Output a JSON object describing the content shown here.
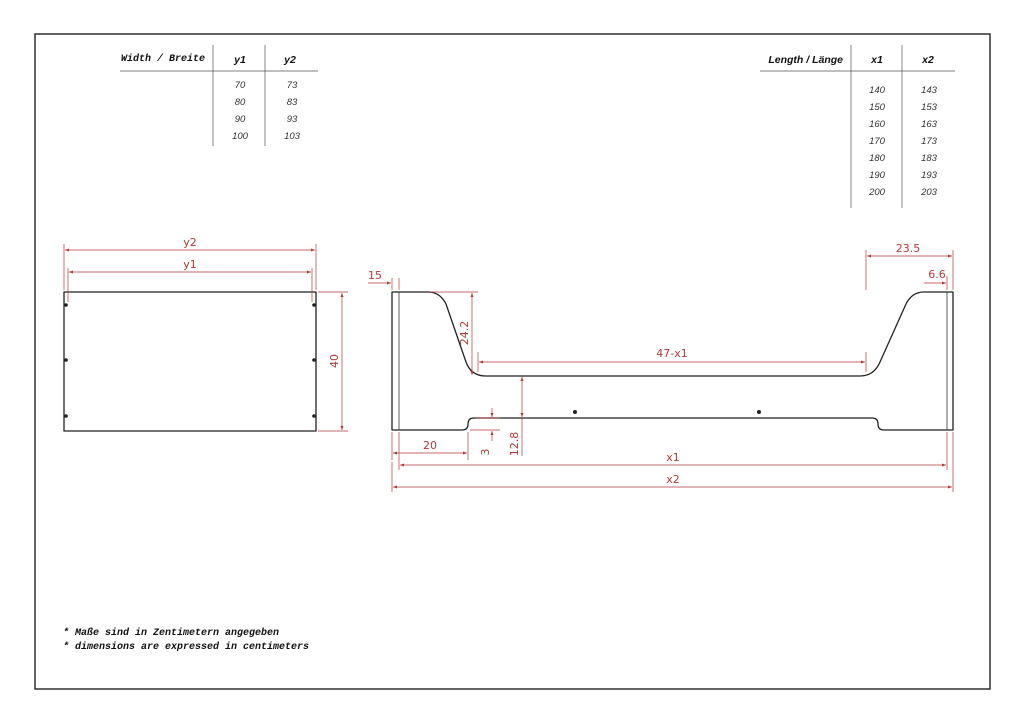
{
  "width_table": {
    "header": "Width / Breite",
    "col1": "y1",
    "col2": "y2",
    "rows": [
      {
        "y1": "70",
        "y2": "73"
      },
      {
        "y1": "80",
        "y2": "83"
      },
      {
        "y1": "90",
        "y2": "93"
      },
      {
        "y1": "100",
        "y2": "103"
      }
    ]
  },
  "length_table": {
    "header": "Length / Länge",
    "col1": "x1",
    "col2": "x2",
    "rows": [
      {
        "x1": "140",
        "x2": "143"
      },
      {
        "x1": "150",
        "x2": "153"
      },
      {
        "x1": "160",
        "x2": "163"
      },
      {
        "x1": "170",
        "x2": "173"
      },
      {
        "x1": "180",
        "x2": "183"
      },
      {
        "x1": "190",
        "x2": "193"
      },
      {
        "x1": "200",
        "x2": "203"
      }
    ]
  },
  "end_view": {
    "dim_outer_width": "y2",
    "dim_inner_width": "y1",
    "dim_height": "40"
  },
  "side_view": {
    "dim_end_thickness": "15",
    "dim_head_height": "24.2",
    "dim_inner_length": "47-x1",
    "dim_foot_width": "23.5",
    "dim_foot_thickness": "6.6",
    "dim_leg_offset": "20",
    "dim_recess": "3",
    "dim_side_height": "12.8",
    "dim_inner_total": "x1",
    "dim_outer_total": "x2"
  },
  "notes": [
    "* Maße sind in Zentimetern angegeben",
    "* dimensions are expressed in centimeters"
  ],
  "colors": {
    "outline": "#222222",
    "dimension": "#b03a3a"
  }
}
